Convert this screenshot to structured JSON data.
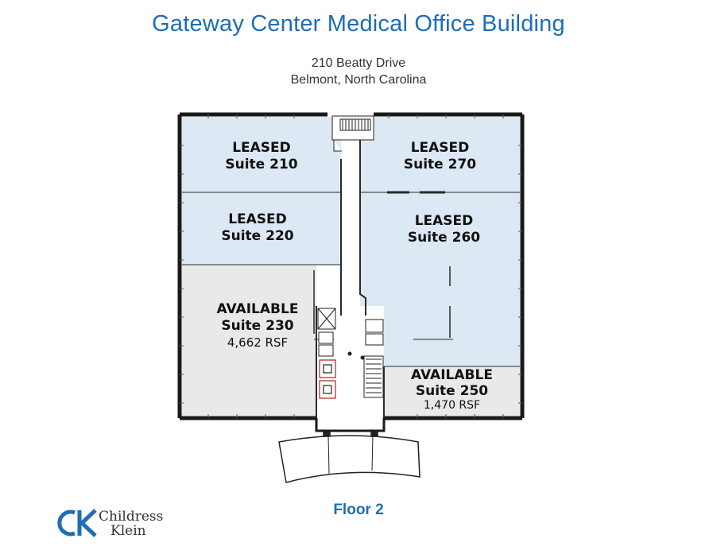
{
  "header": {
    "title": "Gateway Center Medical Office Building",
    "address_line1": "210 Beatty Drive",
    "address_line2": "Belmont, North Carolina"
  },
  "suites": [
    {
      "id": "210",
      "status": "LEASED",
      "name": "Suite 210",
      "area": "",
      "fill": "#dce8f3"
    },
    {
      "id": "220",
      "status": "LEASED",
      "name": "Suite 220",
      "area": "",
      "fill": "#dce8f3"
    },
    {
      "id": "230",
      "status": "AVAILABLE",
      "name": "Suite 230",
      "area": "4,662 RSF",
      "fill": "#e9e9e9"
    },
    {
      "id": "270",
      "status": "LEASED",
      "name": "Suite 270",
      "area": "",
      "fill": "#dce8f3"
    },
    {
      "id": "260",
      "status": "LEASED",
      "name": "Suite 260",
      "area": "",
      "fill": "#dce8f3"
    },
    {
      "id": "250",
      "status": "AVAILABLE",
      "name": "Suite 250",
      "area": "1,470 RSF",
      "fill": "#e9e9e9"
    }
  ],
  "footer": {
    "floor_label": "Floor 2",
    "brand_line1": "Childress",
    "brand_line2": "Klein",
    "brand_mark": "CK",
    "brand_color": "#1f6db5"
  },
  "colors": {
    "leased": "#dce8f3",
    "available": "#e9e9e9",
    "wall": "#1a1a1a",
    "title": "#1f6db5"
  }
}
